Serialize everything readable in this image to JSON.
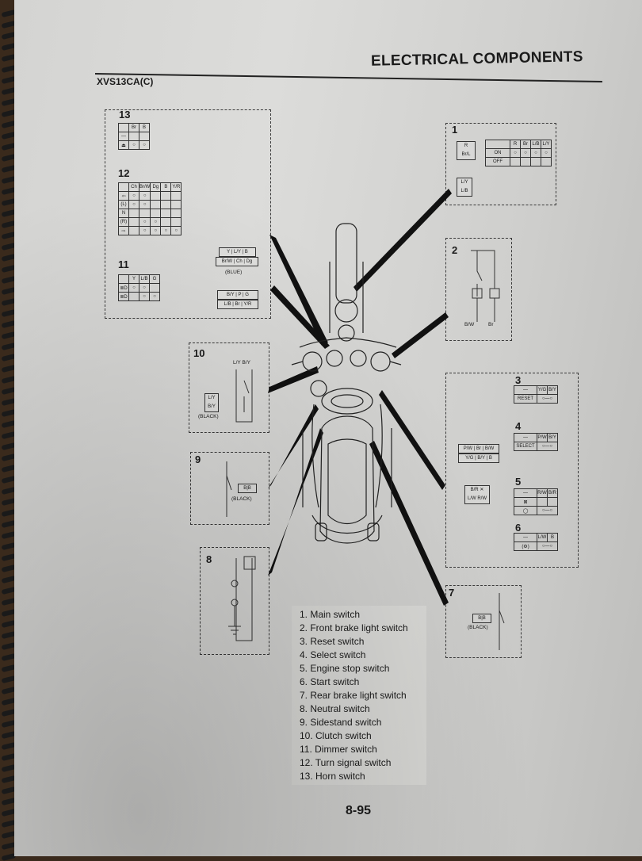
{
  "header": {
    "title": "ELECTRICAL COMPONENTS",
    "model": "XVS13CA(C)"
  },
  "diagrams": {
    "d1": {
      "number": "1",
      "rows": [
        "ON",
        "OFF"
      ],
      "columns": [
        "R",
        "Br",
        "L/B",
        "L/Y"
      ],
      "conn_a": [
        "R",
        "Br/L"
      ],
      "conn_b": [
        "L/Y",
        "L/B"
      ]
    },
    "d2": {
      "number": "2",
      "wires": [
        "B/W",
        "Br"
      ]
    },
    "d3": {
      "number": "3",
      "columns": [
        "Y/G",
        "B/Y"
      ],
      "row": "RESET"
    },
    "d4": {
      "number": "4",
      "columns": [
        "P/W",
        "B/Y"
      ],
      "row": "SELECT",
      "conn_top": [
        "P/W",
        "Br",
        "B/W"
      ],
      "conn_bottom": [
        "Y/G",
        "B/Y",
        "B"
      ]
    },
    "d5": {
      "number": "5",
      "columns": [
        "R/W",
        "B/R"
      ],
      "conn": [
        "B/R",
        "L/W",
        "R/W"
      ]
    },
    "d6": {
      "number": "6",
      "columns": [
        "L/W",
        "B"
      ]
    },
    "d7": {
      "number": "7",
      "conn": [
        "B",
        "B"
      ],
      "color": "(BLACK)"
    },
    "d8": {
      "number": "8"
    },
    "d9": {
      "number": "9",
      "conn": [
        "B",
        "B"
      ],
      "color": "(BLACK)"
    },
    "d10": {
      "number": "10",
      "wires": [
        "L/Y",
        "B/Y"
      ],
      "color": "(BLACK)"
    },
    "d11": {
      "number": "11",
      "columns": [
        "Y",
        "L/B",
        "G"
      ]
    },
    "d12": {
      "number": "12",
      "columns": [
        "Ch",
        "Br/W",
        "Dg",
        "B",
        "Y/R"
      ],
      "rows": [
        "⇦",
        "(L)",
        "N",
        "(R)",
        "⇨"
      ],
      "conn_top": [
        "Y",
        "L/Y",
        "B"
      ],
      "conn_mid": [
        "Br/W",
        "Ch",
        "Dg"
      ],
      "color": "(BLUE)",
      "conn_bottom_a": [
        "B/Y",
        "P",
        "G"
      ],
      "conn_bottom_b": [
        "L/B",
        "Br",
        "Y/R"
      ]
    },
    "d13": {
      "number": "13",
      "columns": [
        "Br",
        "B"
      ]
    }
  },
  "legend": [
    "1.  Main switch",
    "2.  Front brake light switch",
    "3.  Reset switch",
    "4.  Select switch",
    "5.  Engine stop switch",
    "6.  Start switch",
    "7.  Rear brake light switch",
    "8.  Neutral switch",
    "9.  Sidestand switch",
    "10. Clutch switch",
    "11. Dimmer switch",
    "12. Turn signal switch",
    "13. Horn switch"
  ],
  "page_number": "8-95"
}
